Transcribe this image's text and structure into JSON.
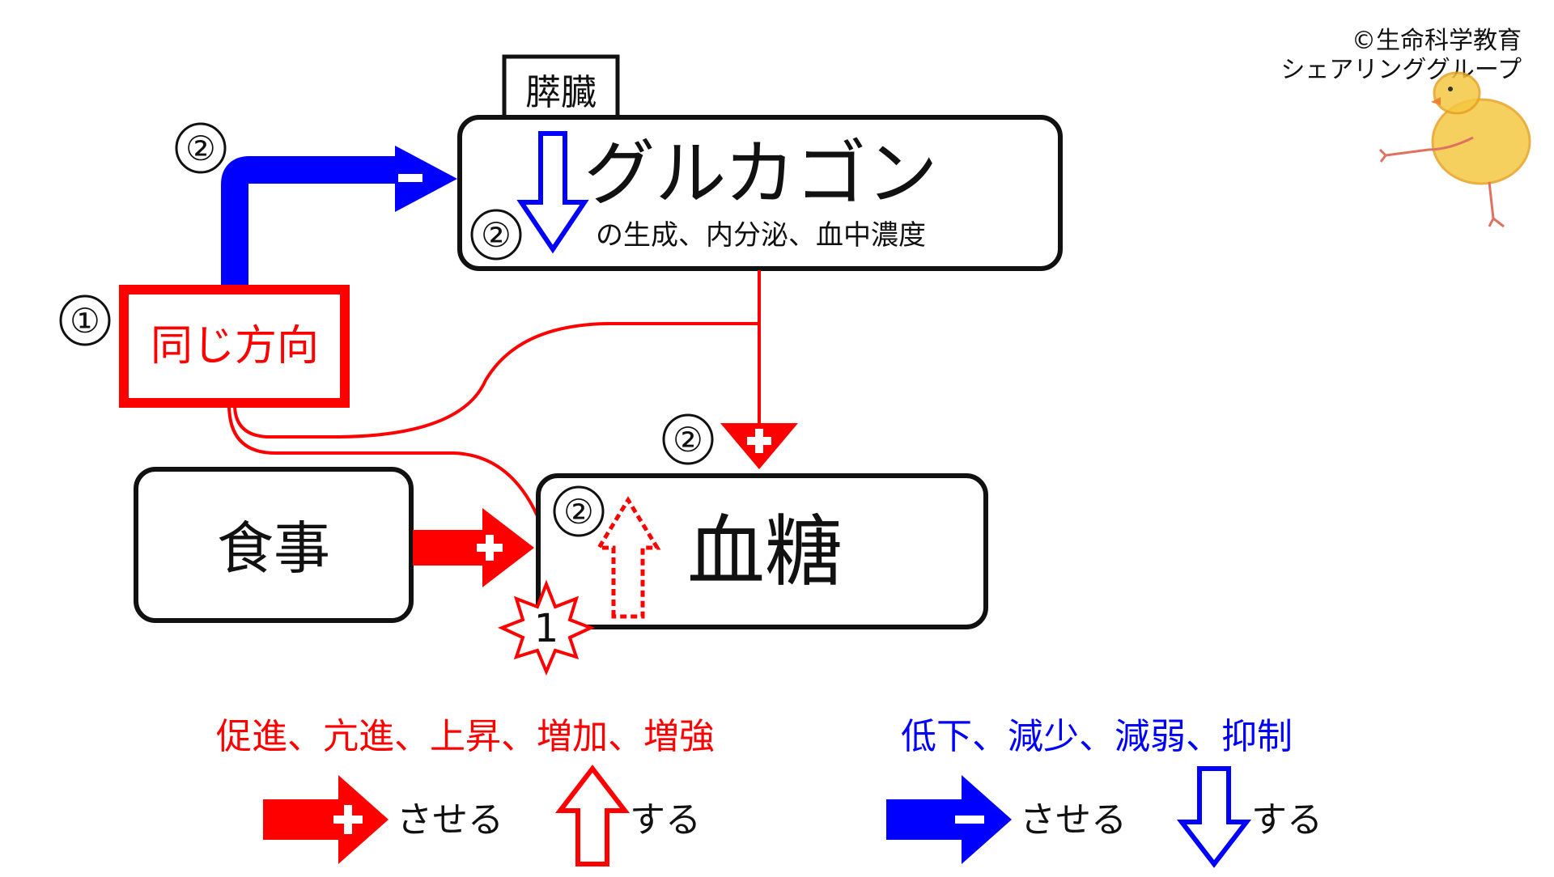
{
  "copyright": {
    "line1": "©生命科学教育",
    "line2": "シェアリンググループ"
  },
  "organ_label": "膵臓",
  "hormone_box": {
    "title": "グルカゴン",
    "subtitle": "の生成、内分泌、血中濃度",
    "step_marker": "②"
  },
  "same_direction_box": {
    "label": "同じ方向",
    "step_marker": "①"
  },
  "meal_box": {
    "label": "食事"
  },
  "blood_sugar_box": {
    "label": "血糖",
    "step_marker": "②",
    "start_marker": "1"
  },
  "arrow_markers": {
    "suppress_arrow_marker": "②",
    "promote_arrow_marker": "②"
  },
  "legend": {
    "promote": {
      "title": "促進、亢進、上昇、増加、増強",
      "arrow_text": "させる",
      "updown_text": "する",
      "color": "#ff0000"
    },
    "suppress": {
      "title": "低下、減少、減弱、抑制",
      "arrow_text": "させる",
      "updown_text": "する",
      "color": "#0000ff"
    }
  },
  "colors": {
    "promote": "#ff0000",
    "suppress": "#0000ff",
    "box_border": "#111111",
    "text": "#111111"
  },
  "icons": [
    "chick-mascot-icon"
  ]
}
